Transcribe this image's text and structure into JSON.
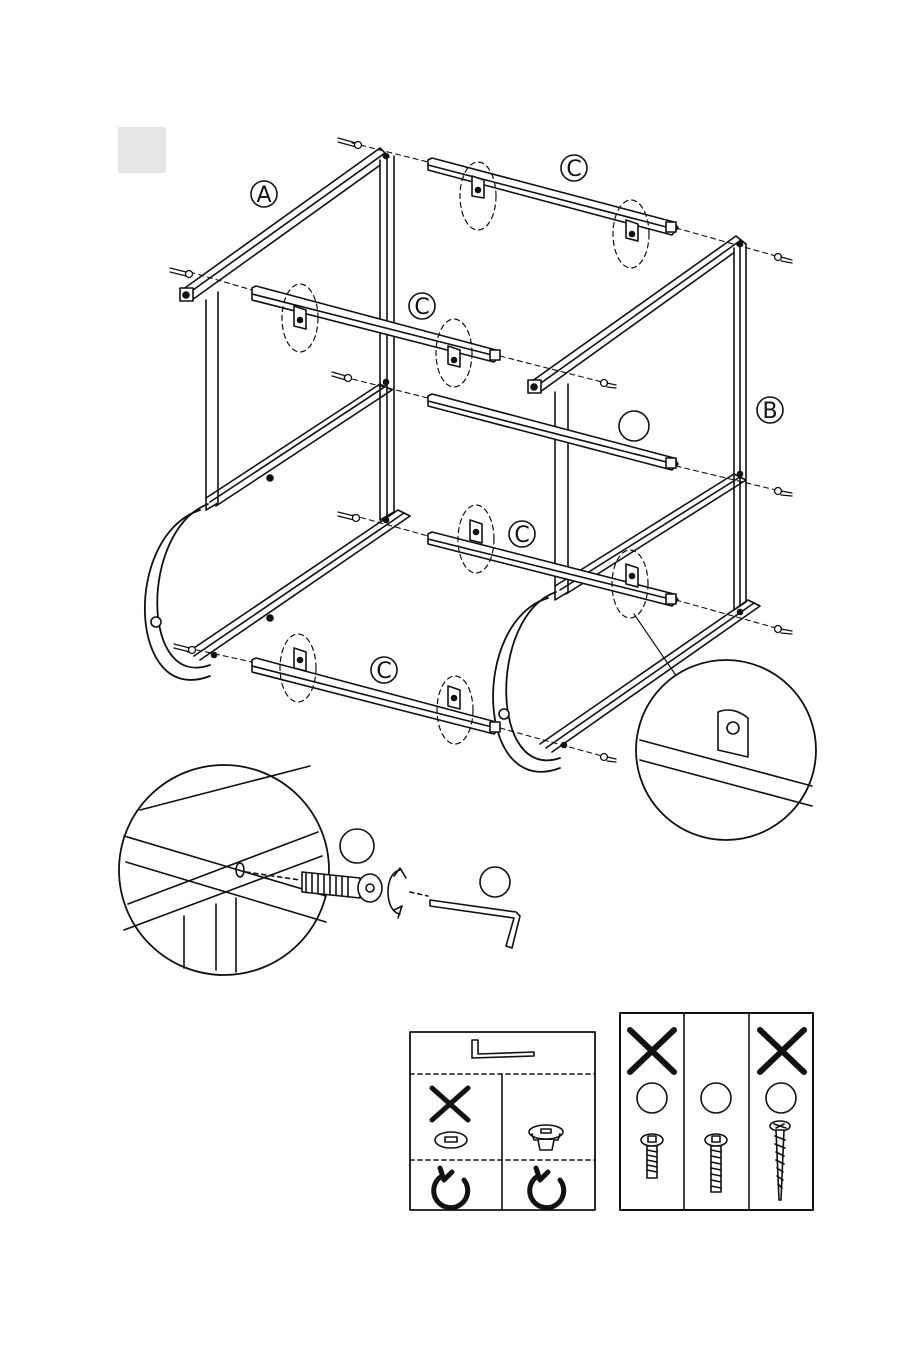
{
  "step_badge": "",
  "part_labels": {
    "a": "A",
    "b": "B",
    "c": "C"
  },
  "colors": {
    "ink": "#111111",
    "paper": "#ffffff",
    "badge_fill": "#e6e6e6"
  },
  "icons": {
    "cross": "cross-icon",
    "rotate": "rotate-arrow-icon",
    "allen_key": "allen-key-icon",
    "bolt": "bolt-icon",
    "screw": "wood-screw-icon",
    "washer": "washer-icon",
    "cap_nut": "cap-nut-icon"
  }
}
